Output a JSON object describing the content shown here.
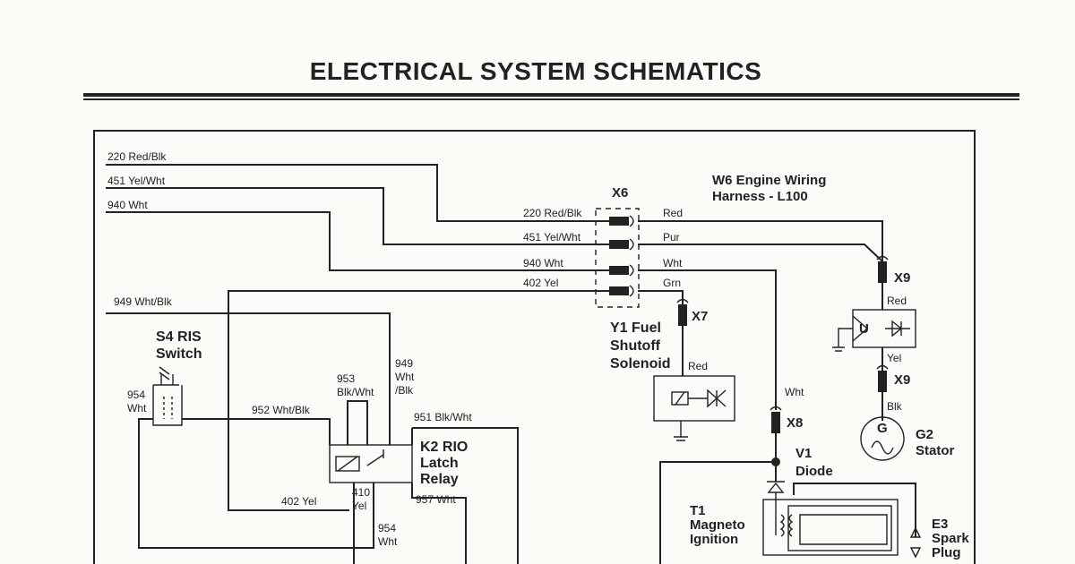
{
  "title": "ELECTRICAL   SYSTEM SCHEMATICS",
  "wires": {
    "w220": "220 Red/Blk",
    "w451": "451 Yel/Wht",
    "w940": "940 Wht",
    "w949": "949 Wht/Blk",
    "w952": "952 Wht/Blk",
    "w951": "951 Blk/Wht",
    "w402": "402 Yel",
    "w957": "957 Wht",
    "w220b": "220 Red/Blk",
    "w451b": "451 Yel/Wht",
    "w940b": "940 Wht",
    "w402b": "402 Yel"
  },
  "connectors": {
    "x6": "X6",
    "x7": "X7",
    "x8": "X8",
    "x9a": "X9",
    "x9b": "X9"
  },
  "harness": {
    "line1": "W6 Engine Wiring",
    "line2": "Harness - L100"
  },
  "colors_right": {
    "red": "Red",
    "pur": "Pur",
    "wht": "Wht",
    "grn": "Grn",
    "red_x9": "Red",
    "yel_x9": "Yel",
    "blk_g2": "Blk",
    "red_y1": "Red",
    "wht_x8": "Wht"
  },
  "components": {
    "s4": {
      "line1": "S4 RIS",
      "line2": "Switch"
    },
    "s4_label_a": "954",
    "s4_label_b": "Wht",
    "k2": {
      "line1": "K2 RIO",
      "line2": "Latch",
      "line3": "Relay"
    },
    "k2_953a": "953",
    "k2_953b": "Blk/Wht",
    "k2_949a": "949",
    "k2_949b": "Wht",
    "k2_949c": "/Blk",
    "k2_410a": "410",
    "k2_410b": "Yel",
    "k2_954a": "954",
    "k2_954b": "Wht",
    "y1": {
      "line1": "Y1 Fuel",
      "line2": "Shutoff",
      "line3": "Solenoid"
    },
    "g2": {
      "line1": "G2",
      "line2": "Stator",
      "symbol": "G"
    },
    "u": "U",
    "v1": {
      "line1": "V1",
      "line2": "Diode"
    },
    "t1": {
      "line1": "T1",
      "line2": "Magneto",
      "line3": "Ignition"
    },
    "e3": {
      "line1": "E3",
      "line2": "Spark",
      "line3": "Plug"
    }
  }
}
